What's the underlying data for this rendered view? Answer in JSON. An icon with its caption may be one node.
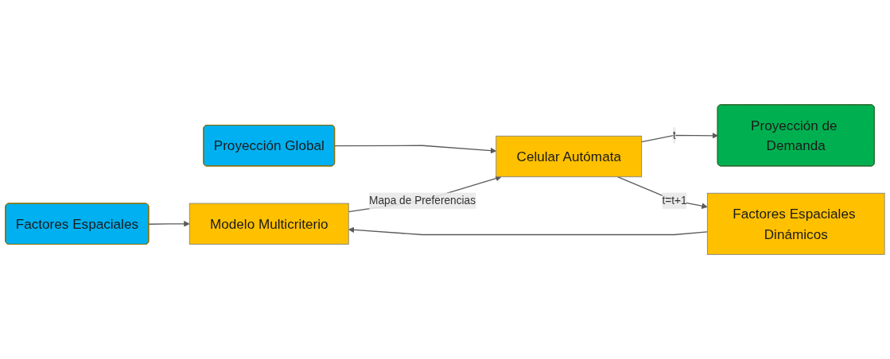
{
  "diagram": {
    "nodes": [
      {
        "text": [
          "Factores Espaciales"
        ]
      },
      {
        "text": [
          "Proyección Global"
        ]
      },
      {
        "text": [
          "Modelo Multicriterio"
        ]
      },
      {
        "text": [
          "Celular Autómata"
        ]
      },
      {
        "text": [
          "Proyección de Demanda"
        ]
      },
      {
        "text": [
          "Factores Espaciales Dinámicos"
        ]
      }
    ],
    "edges": [
      {
        "from": 0,
        "to": 2,
        "arrow": "to"
      },
      {
        "from": 1,
        "to": 3,
        "arrow": "to"
      },
      {
        "from": 2,
        "to": 3,
        "label": "Mapa de Preferencias",
        "arrow": "to"
      },
      {
        "from": 3,
        "to": 4,
        "label": "t",
        "arrow": "to"
      },
      {
        "from": 3,
        "to": 5,
        "label": "t=t+1",
        "arrow": "to"
      },
      {
        "from": 5,
        "to": 2,
        "arrow": "to"
      }
    ]
  }
}
